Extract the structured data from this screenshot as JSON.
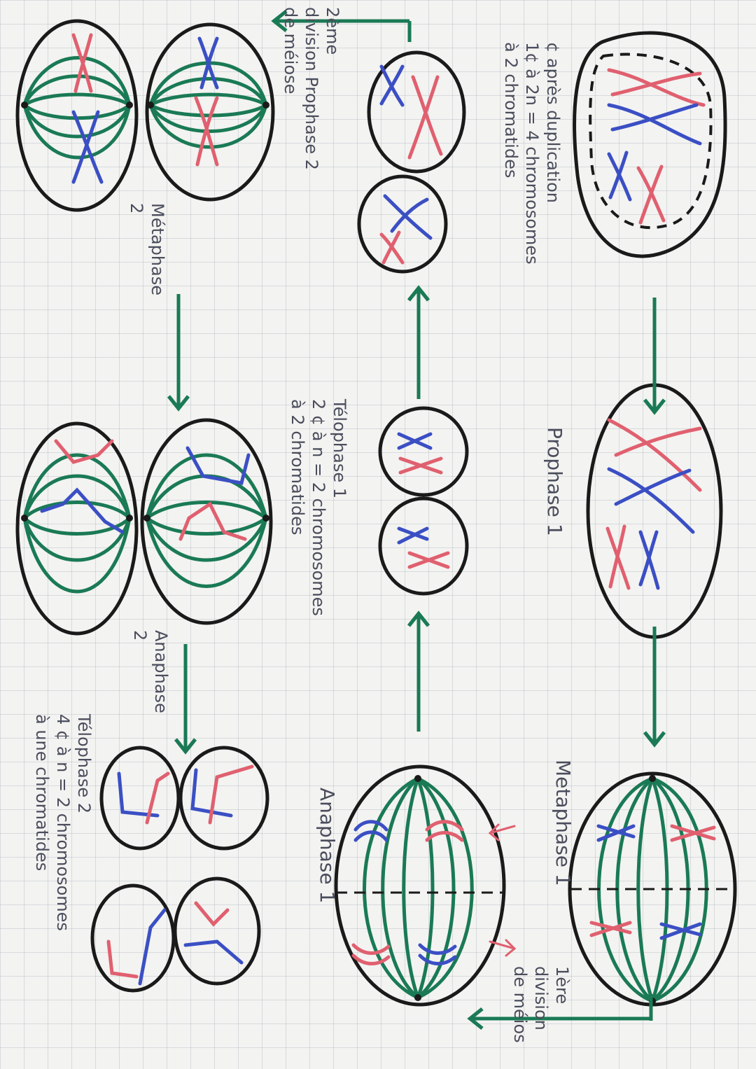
{
  "labels": {
    "before_duplication": [
      "¢ après duplication",
      "1¢ à 2n = 4 chromosomes",
      "à 2 chromatides"
    ],
    "prophase1": "Prophase 1",
    "metaphase1": "Metaphase 1",
    "division1": [
      "1ère",
      "division",
      "de méios"
    ],
    "anaphase1": "Anaphase 1",
    "telophase1": [
      "Télophase 1",
      "2 ¢ à n = 2 chromosomes",
      "à 2 chromatides"
    ],
    "division2": [
      "2ème",
      "division Prophase 2",
      "de méiose"
    ],
    "metaphase2": [
      "Métaphase",
      "2"
    ],
    "anaphase2": [
      "Anaphase",
      "2"
    ],
    "telophase2": [
      "Télophase 2",
      "4 ¢ à n = 2 chromosomes",
      "à une chromatides"
    ]
  },
  "colors": {
    "ink": "#1a1a1a",
    "red_chromosome": "#e0606f",
    "blue_chromosome": "#3b4fc4",
    "spindle": "#1a7a55",
    "arrow": "#1a7a55",
    "pencil": "#4a4d5c",
    "paper": "#f3f3f1"
  }
}
